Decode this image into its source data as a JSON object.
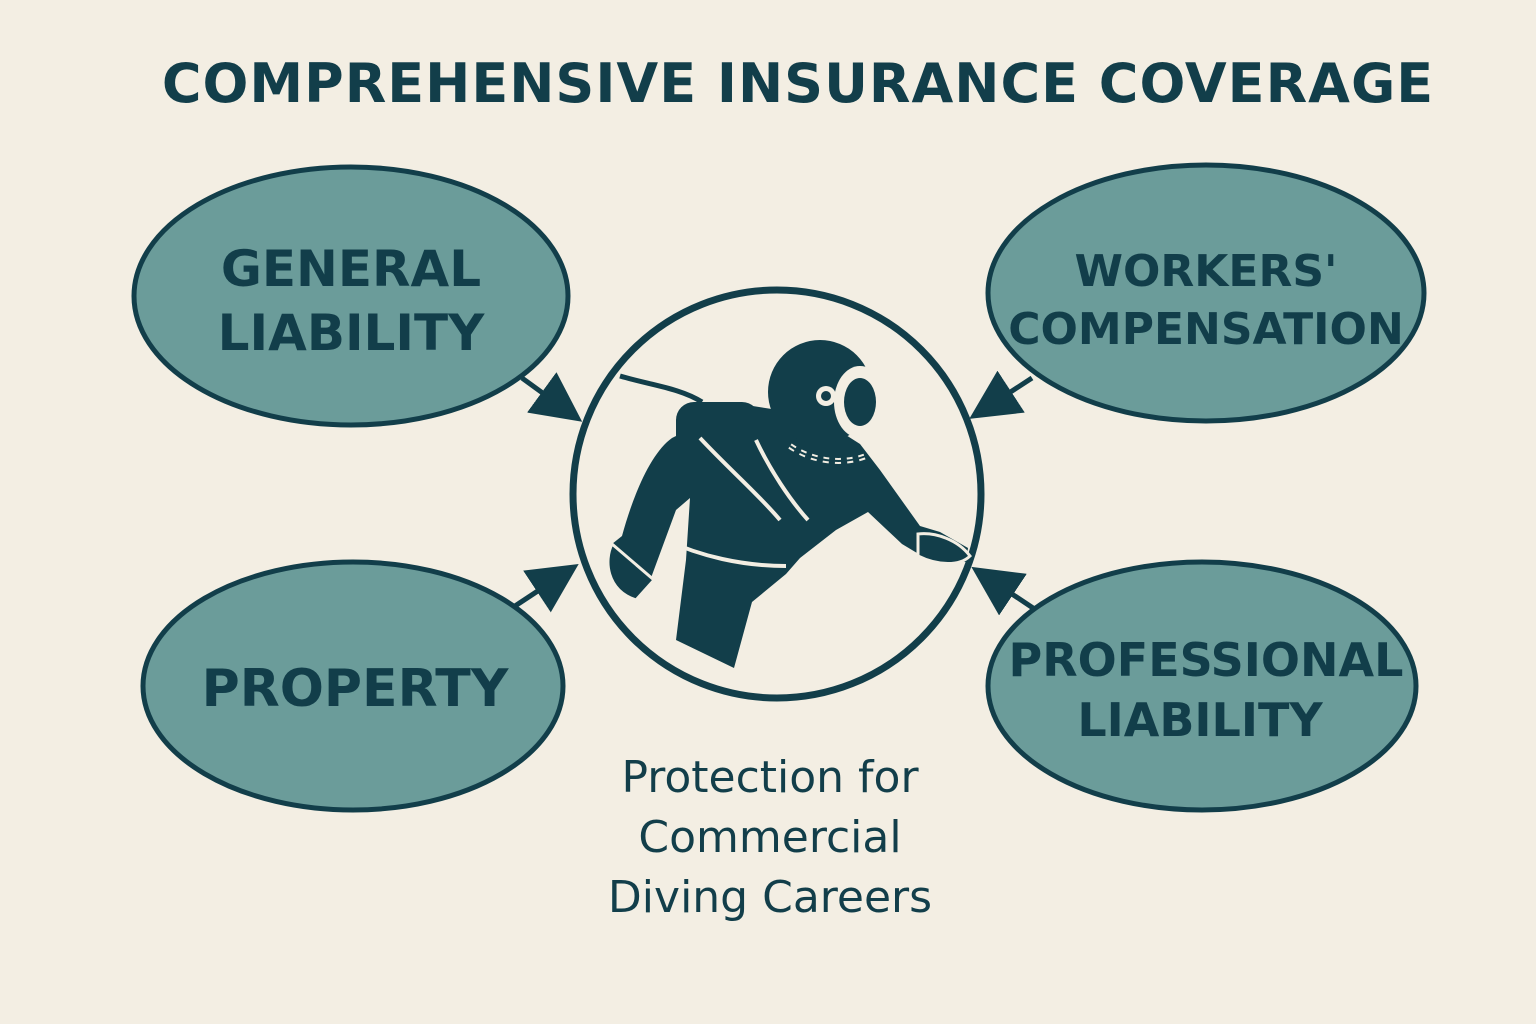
{
  "title": "COMPREHENSIVE INSURANCE COVERAGE",
  "nodes": [
    {
      "id": "general-liability",
      "lines": [
        "GENERAL",
        "LIABILITY"
      ]
    },
    {
      "id": "workers-compensation",
      "lines": [
        "WORKERS'",
        "COMPENSATION"
      ]
    },
    {
      "id": "property",
      "lines": [
        "PROPERTY"
      ]
    },
    {
      "id": "professional-liability",
      "lines": [
        "PROFESSIONAL",
        "LIABILITY"
      ]
    }
  ],
  "caption": {
    "line1": "Protection for",
    "line2": "Commercial",
    "line3": "Diving Careers"
  },
  "colors": {
    "background": "#f3eee3",
    "node_fill": "#6b9c9a",
    "ink": "#123e4a"
  },
  "center_icon": "commercial-diver-icon"
}
